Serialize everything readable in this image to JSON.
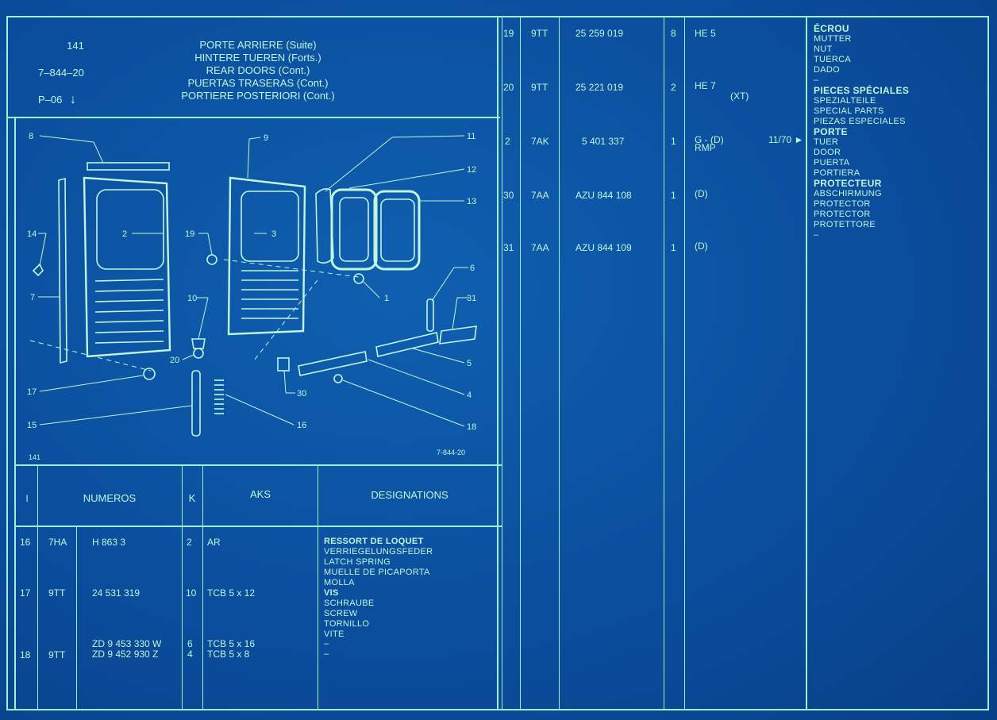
{
  "header": {
    "ref": "141",
    "code": "7–844–20",
    "page": "P–06",
    "arrow": "↓",
    "titles": [
      "PORTE ARRIERE (Suite)",
      "HINTERE TUEREN (Forts.)",
      "REAR DOORS (Cont.)",
      "PUERTAS TRASERAS (Cont.)",
      "PORTIERE POSTERIORI (Cont.)"
    ]
  },
  "drawing": {
    "corner_left": "141",
    "corner_right": "7-844-20",
    "callouts": [
      "8",
      "9",
      "11",
      "12",
      "13",
      "14",
      "2",
      "19",
      "3",
      "6",
      "1",
      "7",
      "10",
      "31",
      "20",
      "5",
      "4",
      "17",
      "30",
      "18",
      "15",
      "16"
    ]
  },
  "table_headers": {
    "i": "I",
    "numeros": "NUMEROS",
    "k": "K",
    "aks": "AKS",
    "designations": "DESIGNATIONS"
  },
  "left_rows": [
    {
      "i": "16",
      "code": "7HA",
      "num": "H 863      3",
      "k": "2",
      "aks": "AR",
      "desc": [
        "RESSORT DE LOQUET",
        "VERRIEGELUNGSFEDER",
        "LATCH SPRING",
        "MUELLE DE PICAPORTA",
        "MOLLA"
      ]
    },
    {
      "i": "17",
      "code": "9TT",
      "num": "24  531  319",
      "k": "10",
      "aks": "TCB  5 x 12",
      "desc": [
        "VIS",
        "SCHRAUBE",
        "SCREW",
        "TORNILLO",
        "VITE"
      ]
    },
    {
      "i": "18",
      "code": "9TT",
      "num": "ZD  9  453  330  W",
      "num2": "ZD  9  452  930  Z",
      "k": "6",
      "k2": "4",
      "aks": "TCB  5 x 16",
      "aks2": "TCB  5 x 8",
      "desc": [
        "–",
        "–"
      ]
    }
  ],
  "right_rows": [
    {
      "i": "19",
      "code": "9TT",
      "num": "25  259  019",
      "k": "8",
      "aks": "HE 5",
      "aks2": ""
    },
    {
      "i": "20",
      "code": "9TT",
      "num": "25  221  019",
      "k": "2",
      "aks": "HE 7",
      "aks2": "(XT)"
    },
    {
      "i": "2",
      "code": "7AK",
      "num": "5  401  337",
      "k": "1",
      "aks": "G - (D)",
      "aks2": "RMP",
      "date": "11/70 ►"
    },
    {
      "i": "30",
      "code": "7AA",
      "num": "AZU  844  108",
      "k": "1",
      "aks": "(D)",
      "aks2": ""
    },
    {
      "i": "31",
      "code": "7AA",
      "num": "AZU  844  109",
      "k": "1",
      "aks": "(D)",
      "aks2": ""
    }
  ],
  "right_designations": [
    {
      "bold": true,
      "text": "ÉCROU"
    },
    {
      "text": "MUTTER"
    },
    {
      "text": "NUT"
    },
    {
      "text": "TUERCA"
    },
    {
      "text": "DADO"
    },
    {
      "text": "–"
    },
    {
      "bold": true,
      "text": "PIECES SPÉCIALES"
    },
    {
      "text": "SPEZIALTEILE"
    },
    {
      "text": "SPECIAL PARTS"
    },
    {
      "text": "PIEZAS ESPECIALES"
    },
    {
      "bold": true,
      "text": "PORTE"
    },
    {
      "text": "TUER"
    },
    {
      "text": "DOOR"
    },
    {
      "text": "PUERTA"
    },
    {
      "text": "PORTIERA"
    },
    {
      "bold": true,
      "text": "PROTECTEUR"
    },
    {
      "text": "ABSCHIRMUNG"
    },
    {
      "text": "PROTECTOR"
    },
    {
      "text": "PROTECTOR"
    },
    {
      "text": "PROTETTORE"
    },
    {
      "text": "–"
    }
  ],
  "colors": {
    "background": "#0a4d9c",
    "ink": "#bff6dc"
  }
}
